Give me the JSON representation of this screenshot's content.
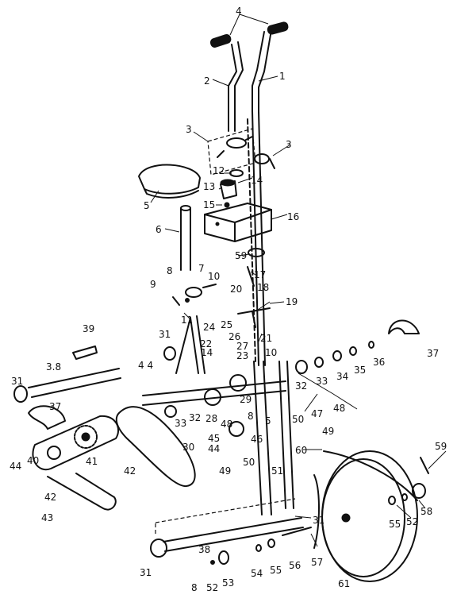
{
  "diagram": {
    "type": "exploded-parts-view",
    "callouts": [
      {
        "id": "c1",
        "text": "1"
      },
      {
        "id": "c2",
        "text": "2"
      },
      {
        "id": "c3a",
        "text": "3"
      },
      {
        "id": "c3b",
        "text": "3"
      },
      {
        "id": "c4",
        "text": "4"
      },
      {
        "id": "c5",
        "text": "5"
      },
      {
        "id": "c6",
        "text": "6"
      },
      {
        "id": "c7",
        "text": "7"
      },
      {
        "id": "c8a",
        "text": "8"
      },
      {
        "id": "c8b",
        "text": "8"
      },
      {
        "id": "c8c",
        "text": "8"
      },
      {
        "id": "c9",
        "text": "9"
      },
      {
        "id": "c10a",
        "text": "10"
      },
      {
        "id": "c10b",
        "text": "10"
      },
      {
        "id": "c11",
        "text": "11"
      },
      {
        "id": "c12",
        "text": "12"
      },
      {
        "id": "c13",
        "text": "13"
      },
      {
        "id": "c14a",
        "text": "14"
      },
      {
        "id": "c14b",
        "text": "14"
      },
      {
        "id": "c15",
        "text": "15"
      },
      {
        "id": "c16",
        "text": "16"
      },
      {
        "id": "c17",
        "text": "17"
      },
      {
        "id": "c18",
        "text": "18"
      },
      {
        "id": "c19",
        "text": "19"
      },
      {
        "id": "c20",
        "text": "20"
      },
      {
        "id": "c21",
        "text": "21"
      },
      {
        "id": "c22",
        "text": "22"
      },
      {
        "id": "c23",
        "text": "23"
      },
      {
        "id": "c24",
        "text": "24"
      },
      {
        "id": "c25",
        "text": "25"
      },
      {
        "id": "c26",
        "text": "26"
      },
      {
        "id": "c27",
        "text": "27"
      },
      {
        "id": "c28",
        "text": "28"
      },
      {
        "id": "c29",
        "text": "29"
      },
      {
        "id": "c30",
        "text": "30"
      },
      {
        "id": "c31a",
        "text": "31"
      },
      {
        "id": "c31b",
        "text": "31"
      },
      {
        "id": "c31c",
        "text": "31"
      },
      {
        "id": "c31d",
        "text": "31"
      },
      {
        "id": "c32a",
        "text": "32"
      },
      {
        "id": "c32b",
        "text": "32"
      },
      {
        "id": "c33a",
        "text": "33"
      },
      {
        "id": "c33b",
        "text": "33"
      },
      {
        "id": "c34",
        "text": "34"
      },
      {
        "id": "c35",
        "text": "35"
      },
      {
        "id": "c36",
        "text": "36"
      },
      {
        "id": "c37a",
        "text": "37"
      },
      {
        "id": "c37b",
        "text": "37"
      },
      {
        "id": "c38a",
        "text": "3.8"
      },
      {
        "id": "c38b",
        "text": "38"
      },
      {
        "id": "c39",
        "text": "39"
      },
      {
        "id": "c40",
        "text": "40"
      },
      {
        "id": "c41",
        "text": "41"
      },
      {
        "id": "c42a",
        "text": "42"
      },
      {
        "id": "c42b",
        "text": "42"
      },
      {
        "id": "c43",
        "text": "43"
      },
      {
        "id": "c44a",
        "text": "4 4"
      },
      {
        "id": "c44b",
        "text": "44"
      },
      {
        "id": "c44c",
        "text": "44"
      },
      {
        "id": "c45",
        "text": "45"
      },
      {
        "id": "c46",
        "text": "46"
      },
      {
        "id": "c47",
        "text": "47"
      },
      {
        "id": "c48a",
        "text": "48"
      },
      {
        "id": "c48b",
        "text": "48"
      },
      {
        "id": "c49a",
        "text": "49"
      },
      {
        "id": "c49b",
        "text": "49"
      },
      {
        "id": "c50a",
        "text": "50"
      },
      {
        "id": "c50b",
        "text": "50"
      },
      {
        "id": "c51",
        "text": "51"
      },
      {
        "id": "c52a",
        "text": "52"
      },
      {
        "id": "c52b",
        "text": "52"
      },
      {
        "id": "c53",
        "text": "53"
      },
      {
        "id": "c54",
        "text": "54"
      },
      {
        "id": "c55a",
        "text": "55"
      },
      {
        "id": "c55b",
        "text": "55"
      },
      {
        "id": "c56",
        "text": "56"
      },
      {
        "id": "c57",
        "text": "57"
      },
      {
        "id": "c58",
        "text": "58"
      },
      {
        "id": "c59a",
        "text": "59"
      },
      {
        "id": "c59b",
        "text": "59"
      },
      {
        "id": "c60",
        "text": "60"
      },
      {
        "id": "c61",
        "text": "61"
      },
      {
        "id": "c5b",
        "text": "5"
      }
    ]
  }
}
